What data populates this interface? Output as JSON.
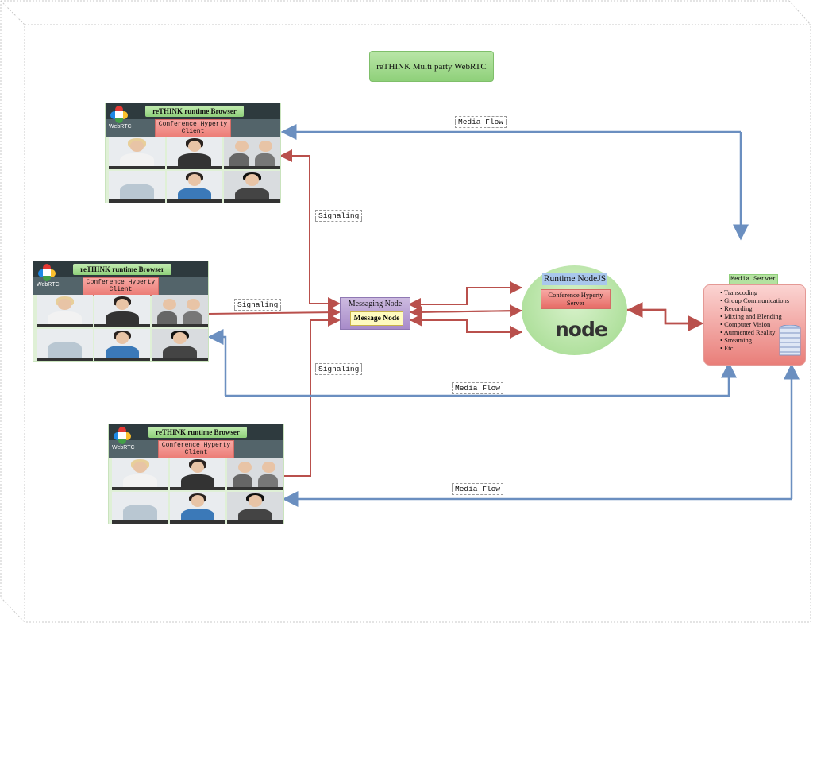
{
  "title": "reTHINK Multi party WebRTC",
  "browsers": [
    {
      "header": "reTHINK runtime Browser",
      "client": "Conference Hyperty Client",
      "brand": "WebRTC"
    },
    {
      "header": "reTHINK runtime Browser",
      "client": "Conference Hyperty Client",
      "brand": "WebRTC"
    },
    {
      "header": "reTHINK runtime Browser",
      "client": "Conference Hyperty Client",
      "brand": "WebRTC"
    }
  ],
  "labels": {
    "media_flow_top": "Media Flow",
    "media_flow_mid": "Media Flow",
    "media_flow_bottom": "Media Flow",
    "signaling_top": "Signaling",
    "signaling_left": "Signaling",
    "signaling_bottom": "Signaling"
  },
  "messaging_node": {
    "title": "Messaging Node",
    "inner": "Message Node"
  },
  "runtime": {
    "title": "Runtime NodeJS",
    "server": "Conference Hyperty Server",
    "logo": "node"
  },
  "media_server": {
    "tag": "Media Server",
    "items": [
      "Transcoding",
      "Group Communications",
      "Recording",
      "Mixing and Blending",
      "Computer Vision",
      "Aurmented Reality",
      "Streaming",
      "Etc"
    ]
  },
  "colors": {
    "signaling": "#b9504c",
    "media": "#6b8fc0",
    "green": "#8fd07a",
    "pink": "#ec7d77",
    "purple": "#a88bc9"
  }
}
